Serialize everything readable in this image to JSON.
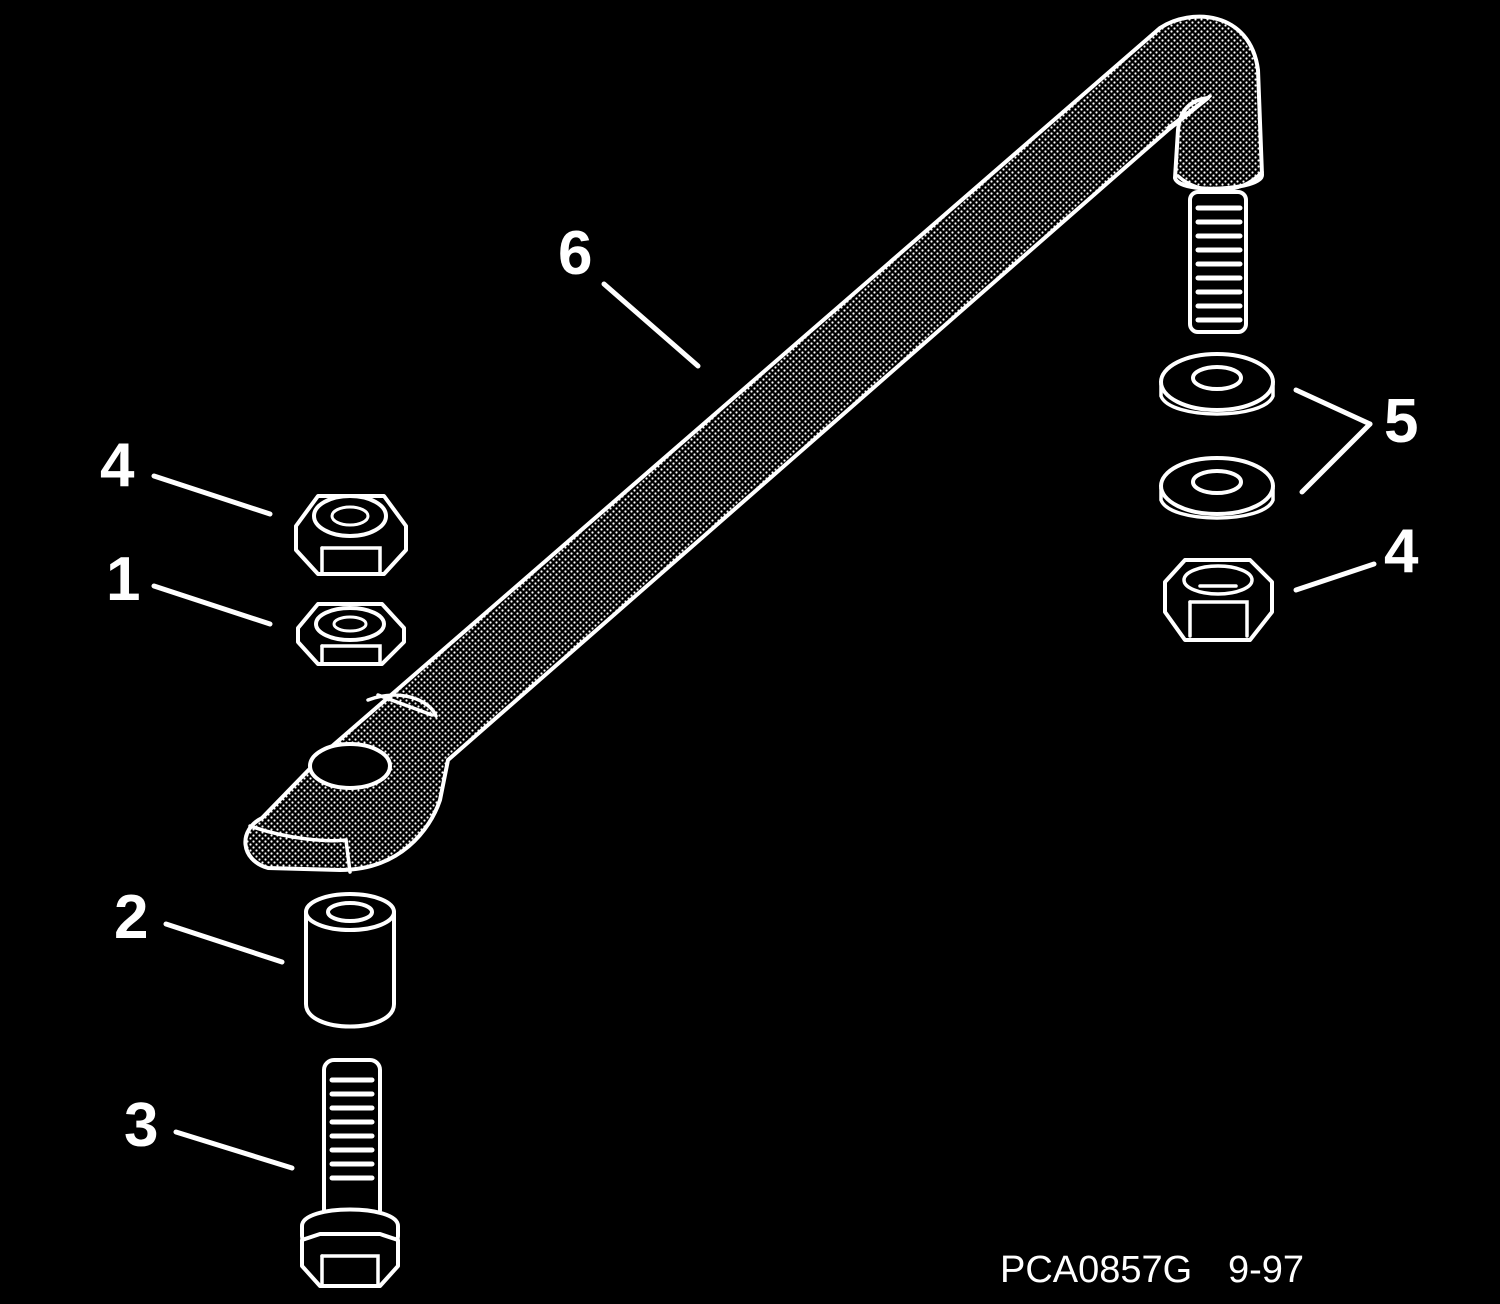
{
  "callouts": {
    "rod": "6",
    "washers": "5",
    "nut_left": "4",
    "nut_right": "4",
    "jam_nut": "1",
    "spacer": "2",
    "bolt": "3"
  },
  "reference": {
    "code": "PCA0857G",
    "date": "9-97"
  }
}
